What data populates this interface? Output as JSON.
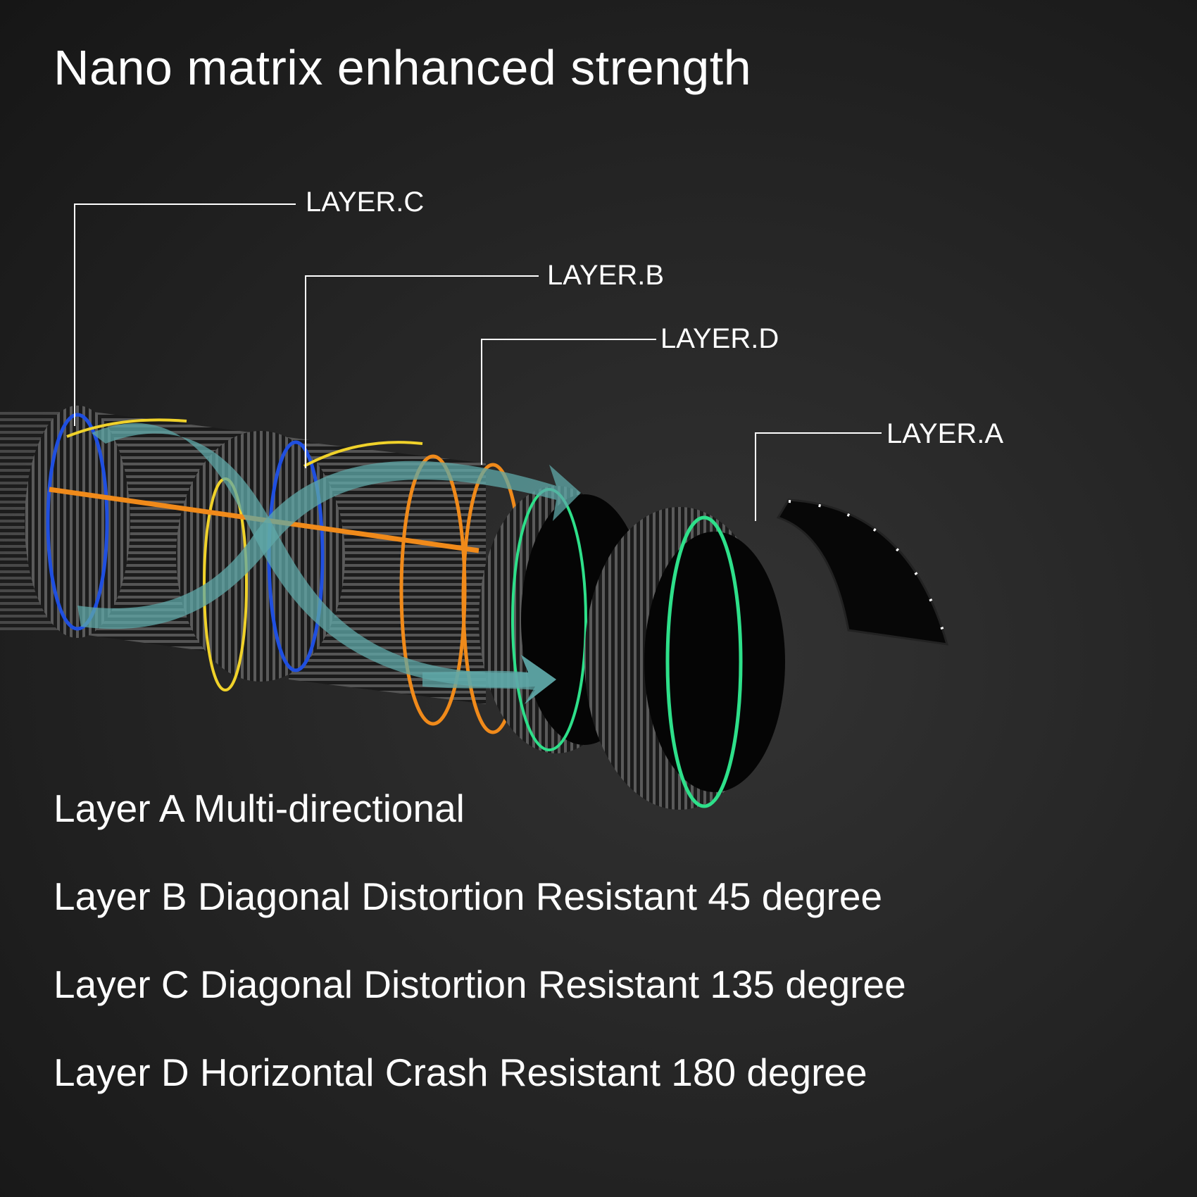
{
  "title": "Nano matrix enhanced strength",
  "callouts": {
    "layer_c": "LAYER.C",
    "layer_b": "LAYER.B",
    "layer_d": "LAYER.D",
    "layer_a": "LAYER.A"
  },
  "descriptions": [
    "Layer A Multi-directional",
    "Layer B Diagonal Distortion Resistant 45 degree",
    "Layer C Diagonal Distortion Resistant 135 degree",
    "Layer D Horizontal Crash Resistant 180 degree"
  ],
  "colors": {
    "layer_a": "#2ee08a",
    "layer_b": "#f0d22a",
    "layer_c": "#1f4fe0",
    "layer_d": "#f08a1a",
    "arrows": "#5fa8a8"
  }
}
